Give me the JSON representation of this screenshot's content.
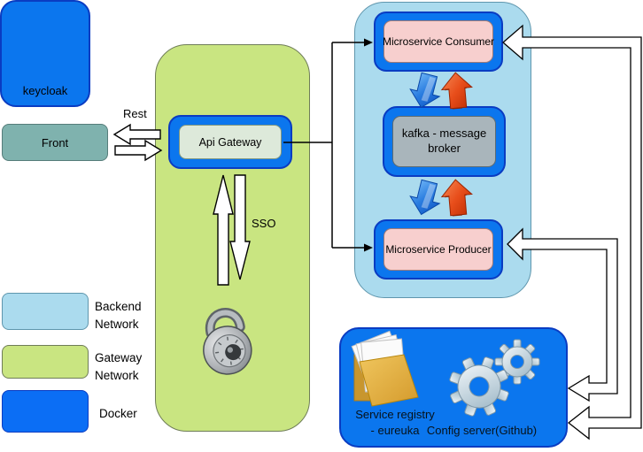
{
  "diagram": {
    "front": {
      "label": "Front"
    },
    "edges": {
      "rest": "Rest",
      "sso": "SSO"
    },
    "gateway_network": {
      "name": "Gateway Network",
      "api_gateway": {
        "label": "Api Gateway"
      },
      "keycloak": {
        "label": "keycloak"
      }
    },
    "backend_network": {
      "name": "Backend Network",
      "consumer": {
        "label": "Microservice Consumer"
      },
      "kafka": {
        "label": "kafka - message broker"
      },
      "producer": {
        "label": "Microservice Producer"
      }
    },
    "docker": {
      "name": "Docker",
      "service_registry": {
        "caption": "Service registry\n- eureuka"
      },
      "config_server": {
        "caption": "Config server(Github)"
      }
    },
    "icons": [
      "lock-icon",
      "folder-icon",
      "gears-icon",
      "transfer-down-icon",
      "transfer-up-icon"
    ]
  },
  "legend": {
    "items": [
      {
        "label": "Backend\n Network",
        "color": "#abdbee"
      },
      {
        "label": "Gateway\n Network",
        "color": "#c9e581"
      },
      {
        "label": "Docker",
        "color": "#0b6ef5"
      }
    ]
  },
  "colors": {
    "docker_blue": "#0b76ee",
    "docker_blue_border": "#0a3cc2",
    "backend_fill": "#abdbee",
    "backend_border": "#5f96ad",
    "gateway_fill": "#c9e581",
    "front_fill": "#7fb2ae",
    "pink_fill": "#f7cfce",
    "kafka_gray_fill": "#a9b5bb",
    "api_inner_fill": "#dde9da"
  }
}
